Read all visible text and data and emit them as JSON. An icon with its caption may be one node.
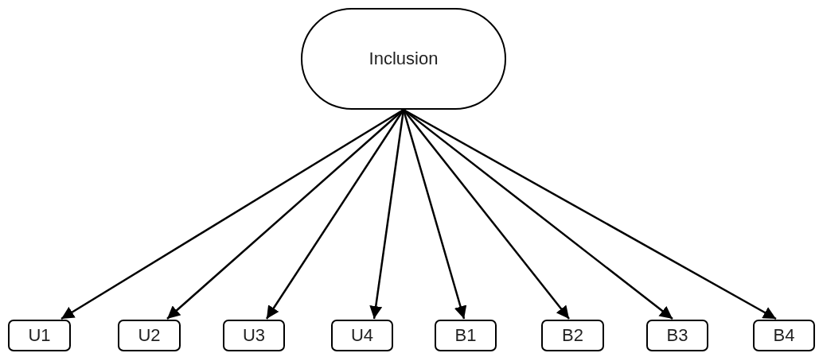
{
  "diagram": {
    "nodes": [
      {
        "text": [
          "Inclusion"
        ]
      },
      {
        "text": [
          "U1"
        ]
      },
      {
        "text": [
          "U2"
        ]
      },
      {
        "text": [
          "U3"
        ]
      },
      {
        "text": [
          "U4"
        ]
      },
      {
        "text": [
          "B1"
        ]
      },
      {
        "text": [
          "B2"
        ]
      },
      {
        "text": [
          "B3"
        ]
      },
      {
        "text": [
          "B4"
        ]
      }
    ],
    "edges": [
      {
        "from": 0,
        "to": 1,
        "arrow": "to"
      },
      {
        "from": 0,
        "to": 2,
        "arrow": "to"
      },
      {
        "from": 0,
        "to": 3,
        "arrow": "to"
      },
      {
        "from": 0,
        "to": 4,
        "arrow": "to"
      },
      {
        "from": 0,
        "to": 5,
        "arrow": "to"
      },
      {
        "from": 0,
        "to": 6,
        "arrow": "to"
      },
      {
        "from": 0,
        "to": 7,
        "arrow": "to"
      },
      {
        "from": 0,
        "to": 8,
        "arrow": "to"
      }
    ]
  }
}
